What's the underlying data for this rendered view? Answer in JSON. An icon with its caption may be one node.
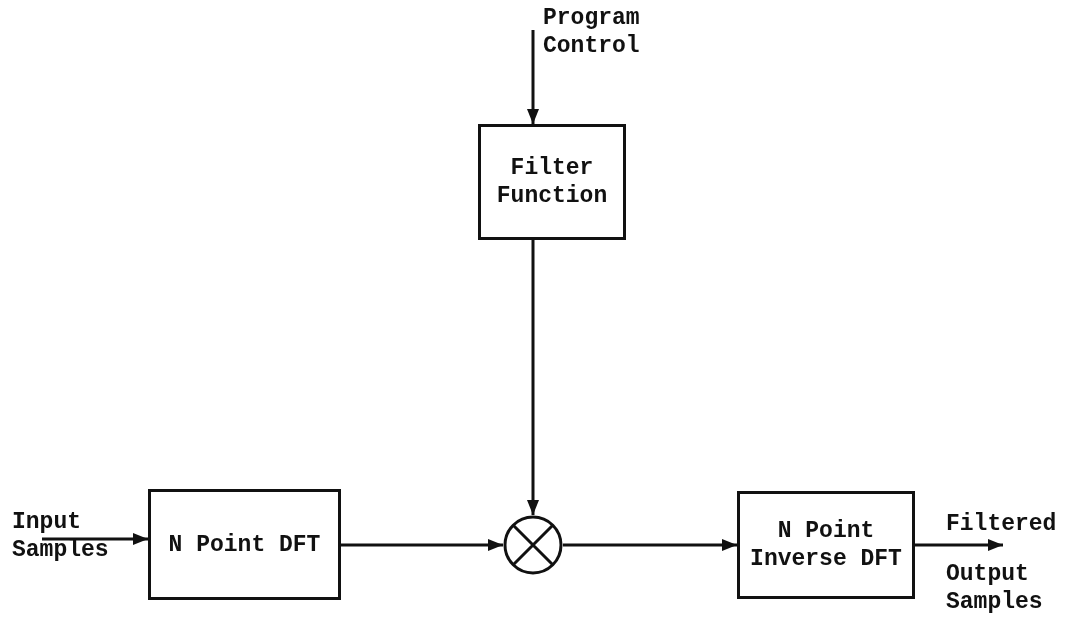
{
  "diagram": {
    "nodes": [
      {
        "text": [
          "Program Control"
        ]
      },
      {
        "text": [
          "Filter Function"
        ]
      },
      {
        "text": [
          "Input Samples"
        ]
      },
      {
        "text": [
          "N Point DFT"
        ]
      },
      {
        "text": [],
        "shape": "circle"
      },
      {
        "text": [
          "N Point Inverse DFT"
        ]
      },
      {
        "text": [
          "Filtered"
        ]
      }
    ],
    "edges": [
      {
        "from": 0,
        "to": 1,
        "arrow": "to"
      },
      {
        "from": 1,
        "to": 4,
        "arrow": "to"
      },
      {
        "from": 2,
        "to": 3,
        "arrow": "to"
      },
      {
        "from": 3,
        "to": 4,
        "arrow": "to"
      },
      {
        "from": 4,
        "to": 5,
        "arrow": "to"
      },
      {
        "from": 5,
        "to": 6,
        "arrow": "to"
      }
    ],
    "labels": [
      "Output Samples"
    ]
  }
}
